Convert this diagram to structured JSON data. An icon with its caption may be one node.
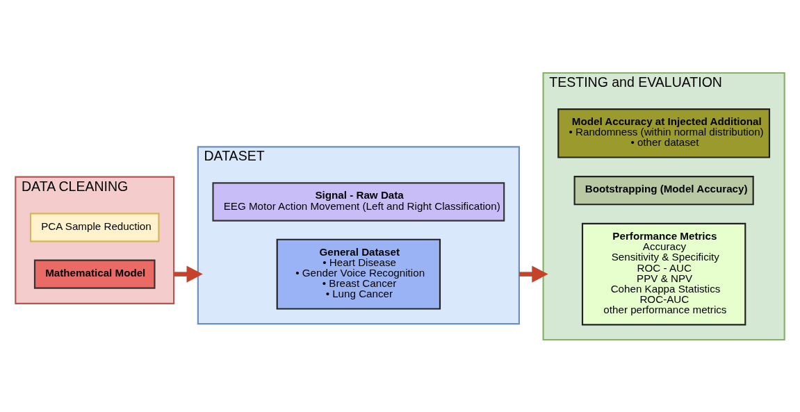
{
  "diagram": {
    "nodes": [
      {
        "text": [
          "DATA CLEANING"
        ]
      },
      {
        "text": [
          "Mathematical Model"
        ],
        "in": 0
      },
      {
        "text": [
          "PCA Sample Reduction"
        ],
        "in": 0
      },
      {
        "text": [
          "DATASET"
        ]
      },
      {
        "text": [
          "General Dataset",
          "• Heart Disease",
          "• Gender Voice Recognition",
          "• Breast Cancer",
          "• Lung Cancer"
        ],
        "in": 3
      },
      {
        "text": [
          "Signal - Raw Data",
          "EEG Motor Action Movement (Left and Right Classification)"
        ],
        "in": 3
      },
      {
        "text": [
          "TESTING and EVALUATION"
        ]
      },
      {
        "text": [
          "Performance Metrics",
          "Accuracy",
          "Sensitivity & Specificity",
          "ROC - AUC",
          "PPV & NPV",
          "Cohen Kappa Statistics",
          "ROC-AUC",
          "other performance metrics"
        ],
        "in": 6
      },
      {
        "text": [
          "Bootstrapping (Model Accuracy)"
        ],
        "in": 6
      },
      {
        "text": [
          "Model Accuracy at Injected Additional",
          "• Randomness (within normal distribution)",
          "• other dataset"
        ],
        "in": 6
      }
    ],
    "edges": [
      {
        "from": 0,
        "to": 3,
        "arrow": "to"
      },
      {
        "from": 3,
        "to": 6,
        "arrow": "to"
      }
    ]
  }
}
